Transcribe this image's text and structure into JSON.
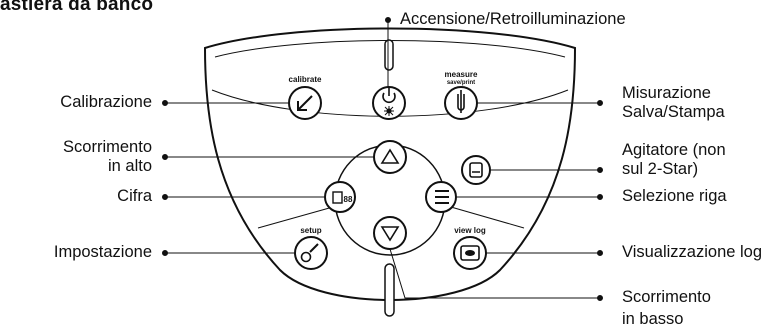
{
  "title": "astiera da banco",
  "keypad": {
    "calibrate": "calibrate",
    "measure": "measure",
    "save_print": "save/print",
    "setup": "setup",
    "view_log": "view log"
  },
  "callouts": {
    "power": "Accensione/Retroilluminazione",
    "calibration": "Calibrazione",
    "measure_line1": "Misurazione",
    "measure_line2": "Salva/Stampa",
    "scroll_up_line1": "Scorrimento",
    "scroll_up_line2": "in alto",
    "stirrer_line1": "Agitatore (non",
    "stirrer_line2": "sul 2-Star)",
    "digit": "Cifra",
    "line_select": "Selezione riga",
    "setup": "Impostazione",
    "view_log": "Visualizzazione log",
    "scroll_down_line1": "Scorrimento",
    "scroll_down_line2": "in basso"
  }
}
